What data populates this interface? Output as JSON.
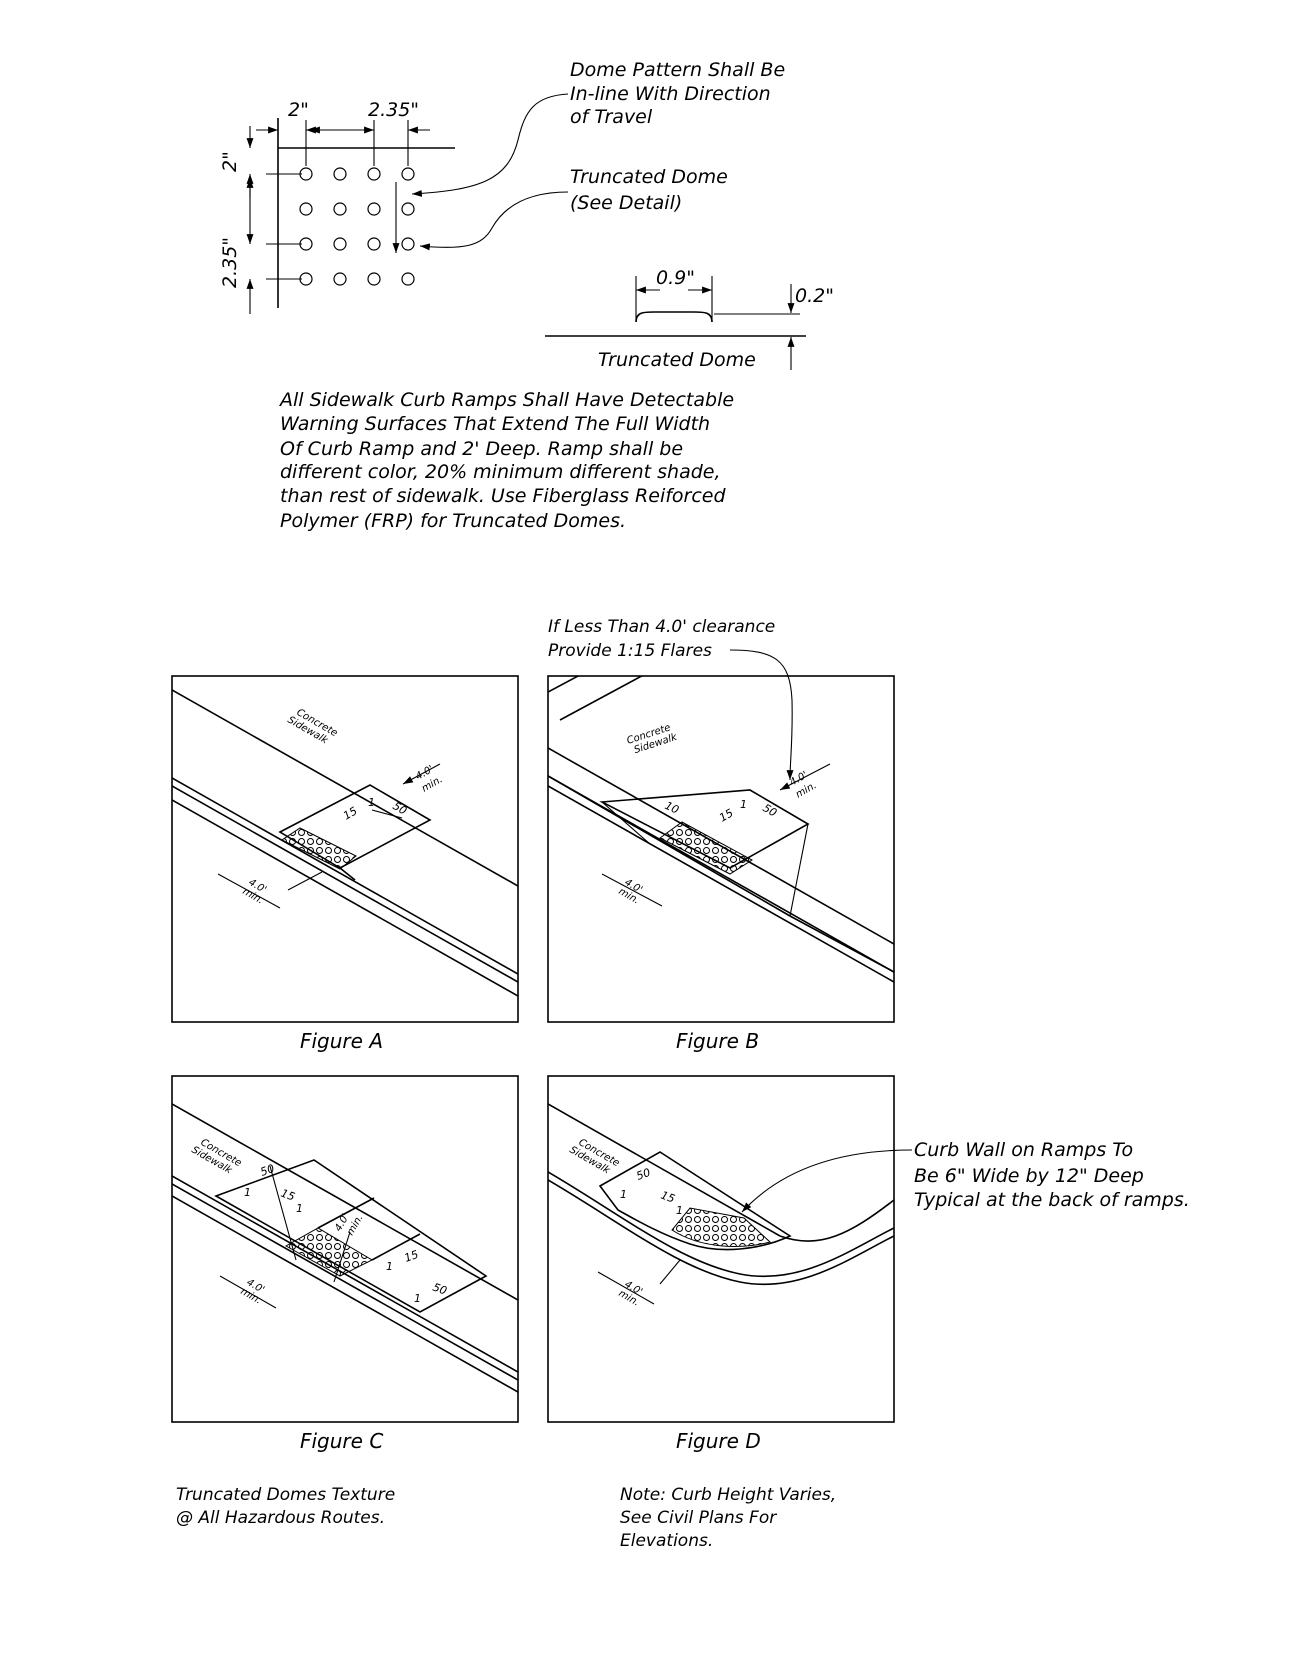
{
  "top_detail": {
    "dim_h_2": "2\"",
    "dim_h_235": "2.35\"",
    "dim_v_2": "2\"",
    "dim_v_235": "2.35\"",
    "note_pattern": [
      "Dome Pattern Shall Be",
      "In-line With Direction",
      "of Travel"
    ],
    "note_dome": [
      "Truncated Dome",
      "(See Detail)"
    ],
    "dim_09": "0.9\"",
    "dim_02": "0.2\"",
    "section_label": "Truncated Dome",
    "spec_text": [
      "All Sidewalk Curb Ramps Shall Have Detectable",
      "Warning Surfaces That Extend The Full Width",
      "Of Curb Ramp and 2' Deep.  Ramp shall be",
      "different color, 20% minimum different shade,",
      "than rest of sidewalk. Use Fiberglass Reiforced",
      "Polymer (FRP) for Truncated Domes."
    ]
  },
  "figure_b_note": [
    "If Less Than 4.0' clearance",
    "Provide 1:15 Flares"
  ],
  "figure_d_note": [
    "Curb Wall on Ramps To",
    "Be 6\" Wide by 12\" Deep",
    "Typical at the back of ramps."
  ],
  "figures": {
    "a": {
      "caption": "Figure A",
      "sidewalk": [
        "Concrete",
        "Sidewalk"
      ],
      "dim": "4.0'",
      "dim_min": "min.",
      "slope_1": "1",
      "slope_50": "50",
      "slope_15": "15"
    },
    "b": {
      "caption": "Figure B",
      "sidewalk": [
        "Concrete",
        "Sidewalk"
      ],
      "dim": "4.0'",
      "dim_min": "min.",
      "slope_1": "1",
      "slope_50": "50",
      "slope_15": "15",
      "slope_10": "10"
    },
    "c": {
      "caption": "Figure C",
      "sidewalk": [
        "Concrete",
        "Sidewalk"
      ],
      "dim": "4.0'",
      "dim_min": "min.",
      "slope_1": "1",
      "slope_50": "50",
      "slope_15": "15"
    },
    "d": {
      "caption": "Figure D",
      "sidewalk": [
        "Concrete",
        "Sidewalk"
      ],
      "dim": "4.0'",
      "dim_min": "min.",
      "slope_1": "1",
      "slope_50": "50",
      "slope_15": "15"
    }
  },
  "bottom_left_note": [
    "Truncated Domes Texture",
    "@ All Hazardous Routes."
  ],
  "bottom_right_note": [
    "Note: Curb Height Varies,",
    "See Civil Plans For",
    "Elevations."
  ]
}
